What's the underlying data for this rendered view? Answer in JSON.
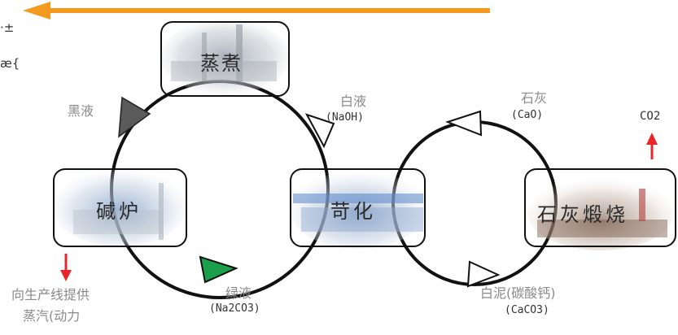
{
  "corner_texts": [
    "·±",
    "æ{"
  ],
  "process_units": {
    "cooking": "蒸煮",
    "alkali_furnace": "碱炉",
    "causticizing": "苛化",
    "lime_calcination": "石灰煅烧"
  },
  "streams": {
    "black_liquor": "黑液",
    "white_liquor": "白液",
    "white_liquor_formula": "(NaOH)",
    "green_liquor": "绿液",
    "green_liquor_formula": "(Na2CO3)",
    "lime": "石灰",
    "lime_formula": "(CaO)",
    "white_mud": "白泥(碳酸钙)",
    "white_mud_formula": "(CaCO3)",
    "co2": "CO2"
  },
  "steam_output": {
    "line1": "向生产线提供",
    "line2": "蒸汽(动力"
  },
  "colors": {
    "top_arrow": "#f39a1f",
    "red_arrow": "#e8262a",
    "black_liquor_arrowhead": "#5a5a5a",
    "green_liquor_arrowhead": "#1aa04a",
    "cycle_line": "#111111",
    "label_gray": "#8a8a8a"
  }
}
